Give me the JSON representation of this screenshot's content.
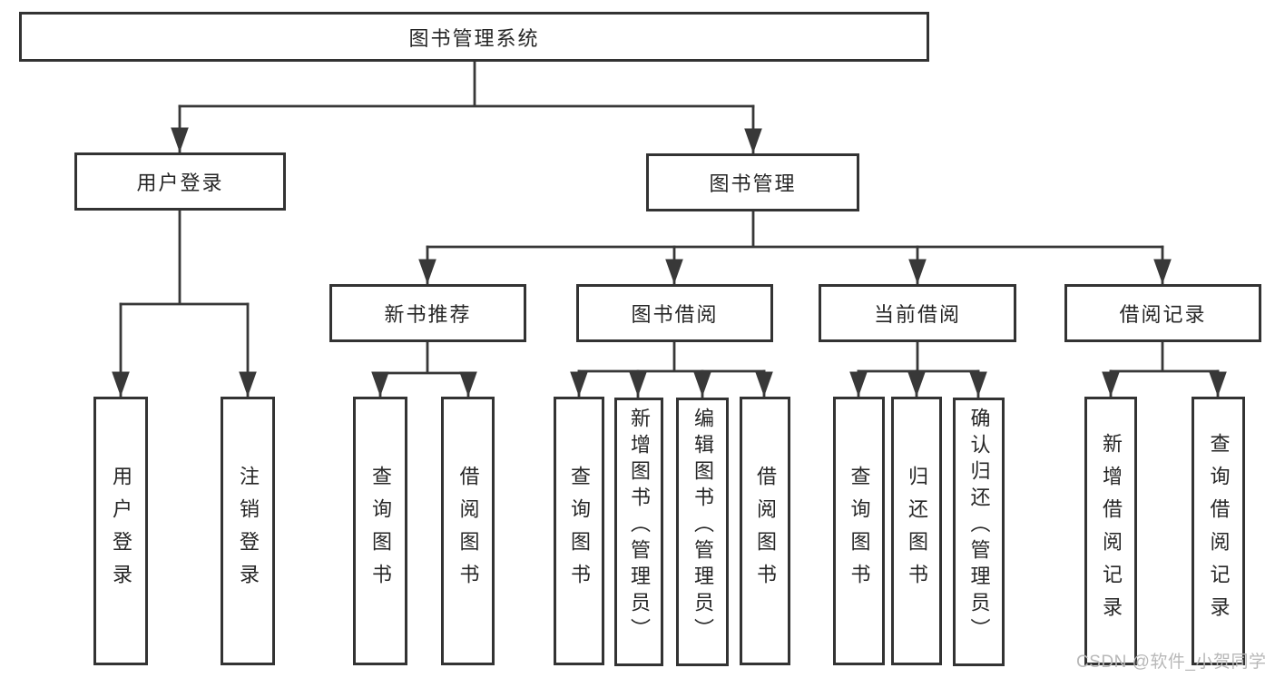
{
  "colors": {
    "line": "#383838",
    "box_border": "#333333",
    "text": "#262626",
    "background": "#ffffff",
    "watermark": "#b8b8b8"
  },
  "tree": {
    "root": "图书管理系统",
    "children": [
      {
        "label": "用户登录",
        "children": [
          "用户登录",
          "注销登录"
        ]
      },
      {
        "label": "图书管理",
        "children": [
          {
            "label": "新书推荐",
            "children": [
              "查询图书",
              "借阅图书"
            ]
          },
          {
            "label": "图书借阅",
            "children": [
              "查询图书",
              "新增图书（管理员）",
              "编辑图书（管理员）",
              "借阅图书"
            ]
          },
          {
            "label": "当前借阅",
            "children": [
              "查询图书",
              "归还图书",
              "确认归还（管理员）"
            ]
          },
          {
            "label": "借阅记录",
            "children": [
              "新增借阅记录",
              "查询借阅记录"
            ]
          }
        ]
      }
    ]
  },
  "watermark": {
    "text": "CSDN @软件_小贺同学"
  }
}
